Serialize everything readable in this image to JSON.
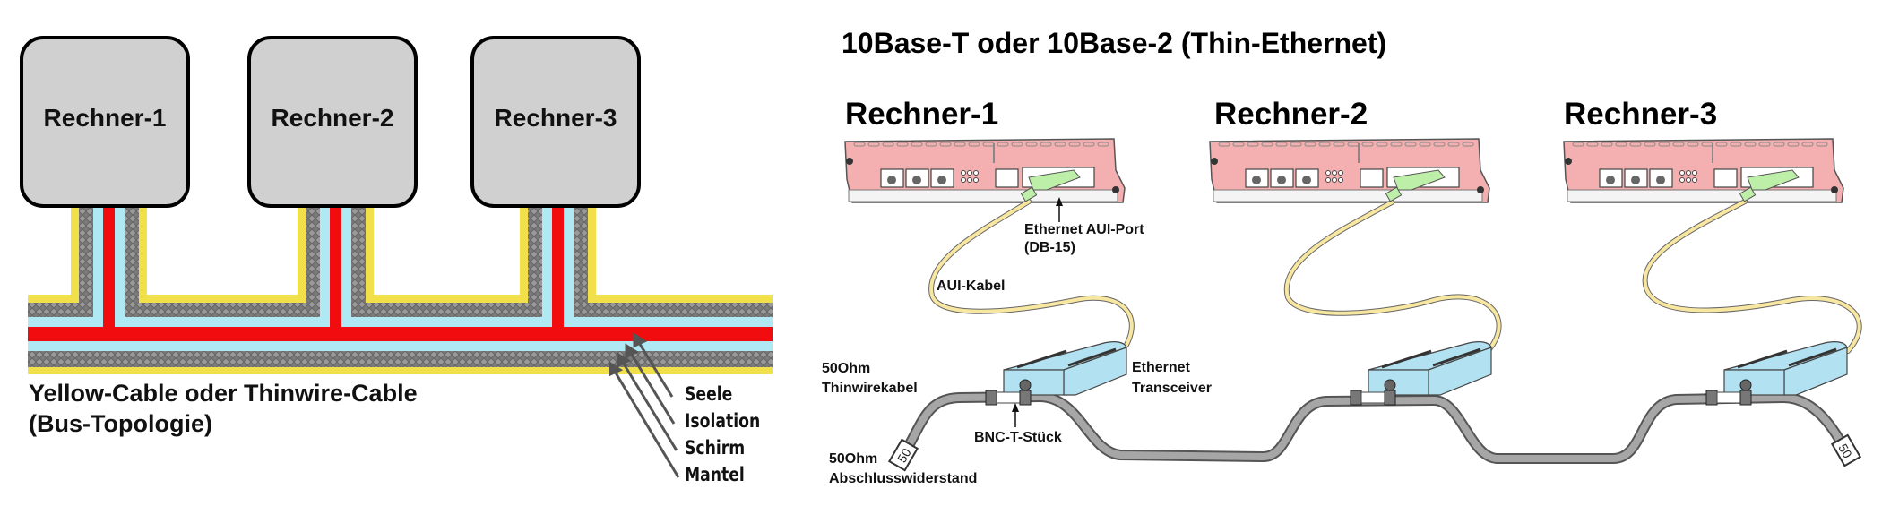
{
  "left_panel": {
    "computers": [
      {
        "label": "Rechner-1"
      },
      {
        "label": "Rechner-2"
      },
      {
        "label": "Rechner-3"
      }
    ],
    "caption_line1": "Yellow-Cable oder Thinwire-Cable",
    "caption_line2": "(Bus-Topologie)",
    "cable_layers": [
      {
        "label": "Seele",
        "color": "#f10d0f"
      },
      {
        "label": "Isolation",
        "color": "#aee9f4"
      },
      {
        "label": "Schirm",
        "color": "#808080"
      },
      {
        "label": "Mantel",
        "color": "#f2e04a"
      }
    ]
  },
  "right_panel": {
    "title": "10Base-T oder 10Base-2 (Thin-Ethernet)",
    "nodes": [
      {
        "label": "Rechner-1"
      },
      {
        "label": "Rechner-2"
      },
      {
        "label": "Rechner-3"
      }
    ],
    "annotations": {
      "aui_port_line1": "Ethernet AUI-Port",
      "aui_port_line2": "(DB-15)",
      "aui_cable": "AUI-Kabel",
      "thinwire_line1": "50Ohm",
      "thinwire_line2": "Thinwirekabel",
      "transceiver_line1": "Ethernet",
      "transceiver_line2": "Transceiver",
      "bnc_t": "BNC-T-Stück",
      "terminator_line1": "50Ohm",
      "terminator_line2": "Abschlusswiderstand"
    },
    "terminator_mark": "50",
    "colors": {
      "router_body": "#f4b0b0",
      "aui_connector": "#bdefa8",
      "aui_cable": "#f8e7a0",
      "transceiver": "#b2e2f2",
      "thinwire": "#a6a6a6"
    }
  }
}
